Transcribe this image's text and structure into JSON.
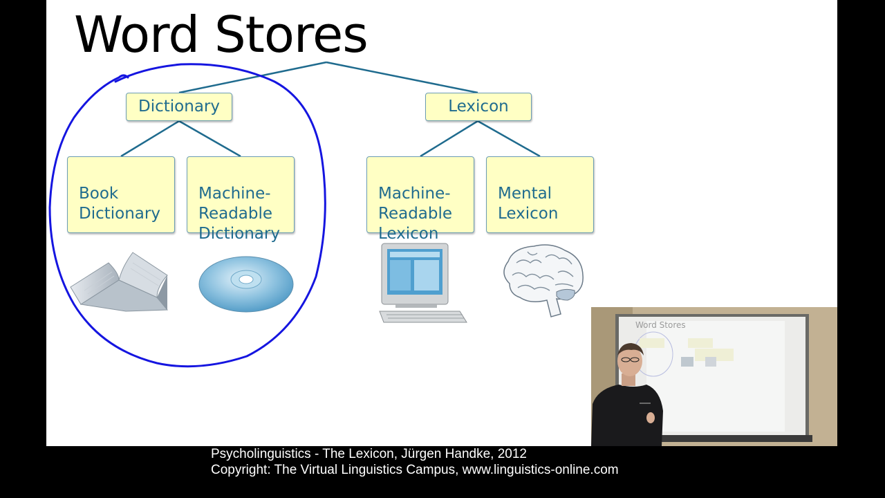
{
  "slide": {
    "title": "Word Stores",
    "root": {
      "children": [
        {
          "label": "Dictionary",
          "children": [
            {
              "label": "Book\nDictionary",
              "icon": "book-icon"
            },
            {
              "label": "Machine-\nReadable\nDictionary",
              "icon": "cd-icon"
            }
          ]
        },
        {
          "label": "Lexicon",
          "children": [
            {
              "label": "Machine-\nReadable\nLexicon",
              "icon": "computer-icon"
            },
            {
              "label": "Mental\nLexicon",
              "icon": "brain-icon"
            }
          ]
        }
      ]
    },
    "annotation_color": "#1515e0",
    "box_fill": "#ffffc4",
    "line_color": "#1f6b8e"
  },
  "video_inset": {
    "mini_title": "Word Stores"
  },
  "caption": {
    "line1": "Psycholinguistics - The Lexicon, Jürgen Handke, 2012",
    "line2": "Copyright: The Virtual Linguistics Campus, www.linguistics-online.com"
  }
}
